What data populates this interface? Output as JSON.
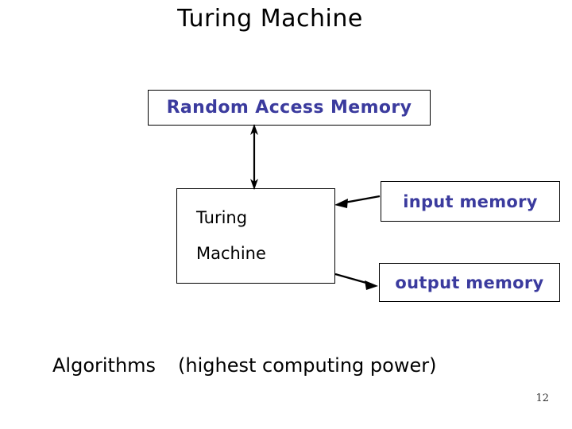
{
  "slide": {
    "title": "Turing Machine",
    "page_number": "12",
    "background_color": "#ffffff",
    "accent_color": "#3b3b9e",
    "line_color": "#000000"
  },
  "diagram": {
    "nodes": [
      {
        "id": "ram",
        "label": "Random Access Memory",
        "text_color": "#3b3b9e",
        "border_color": "#000000"
      },
      {
        "id": "turing_machine",
        "label_line_1": "Turing",
        "label_line_2": "Machine",
        "text_color": "#000000",
        "border_color": "#000000"
      },
      {
        "id": "input_memory",
        "label": "input memory",
        "text_color": "#3b3b9e",
        "border_color": "#000000"
      },
      {
        "id": "output_memory",
        "label": "output memory",
        "text_color": "#3b3b9e",
        "border_color": "#000000"
      }
    ],
    "edges": [
      {
        "id": "ram-tm",
        "from": "ram",
        "to": "turing_machine",
        "direction": "bidirectional"
      },
      {
        "id": "input-tm",
        "from": "input_memory",
        "to": "turing_machine",
        "direction": "forward"
      },
      {
        "id": "tm-output",
        "from": "turing_machine",
        "to": "output_memory",
        "direction": "forward"
      }
    ]
  },
  "caption": {
    "algorithms": "Algorithms",
    "power": "(highest computing power)"
  }
}
